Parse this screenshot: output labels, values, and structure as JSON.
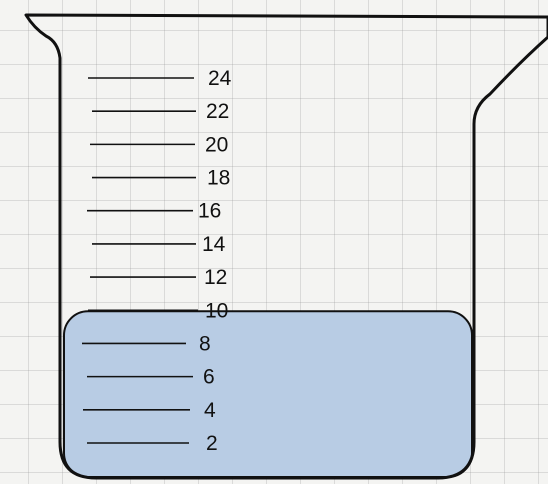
{
  "beaker": {
    "scale": [
      {
        "value": 24,
        "label": "24"
      },
      {
        "value": 22,
        "label": "22"
      },
      {
        "value": 20,
        "label": "20"
      },
      {
        "value": 18,
        "label": "18"
      },
      {
        "value": 16,
        "label": "16"
      },
      {
        "value": 14,
        "label": "14"
      },
      {
        "value": 12,
        "label": "12"
      },
      {
        "value": 10,
        "label": "10"
      },
      {
        "value": 8,
        "label": "8"
      },
      {
        "value": 6,
        "label": "6"
      },
      {
        "value": 4,
        "label": "4"
      },
      {
        "value": 2,
        "label": "2"
      }
    ],
    "liquid_level": 10,
    "liquid_color": "#b8cce4",
    "outline_color": "#111111",
    "paper_color": "#f4f4f2",
    "grid_color": "#c8c8c8"
  }
}
